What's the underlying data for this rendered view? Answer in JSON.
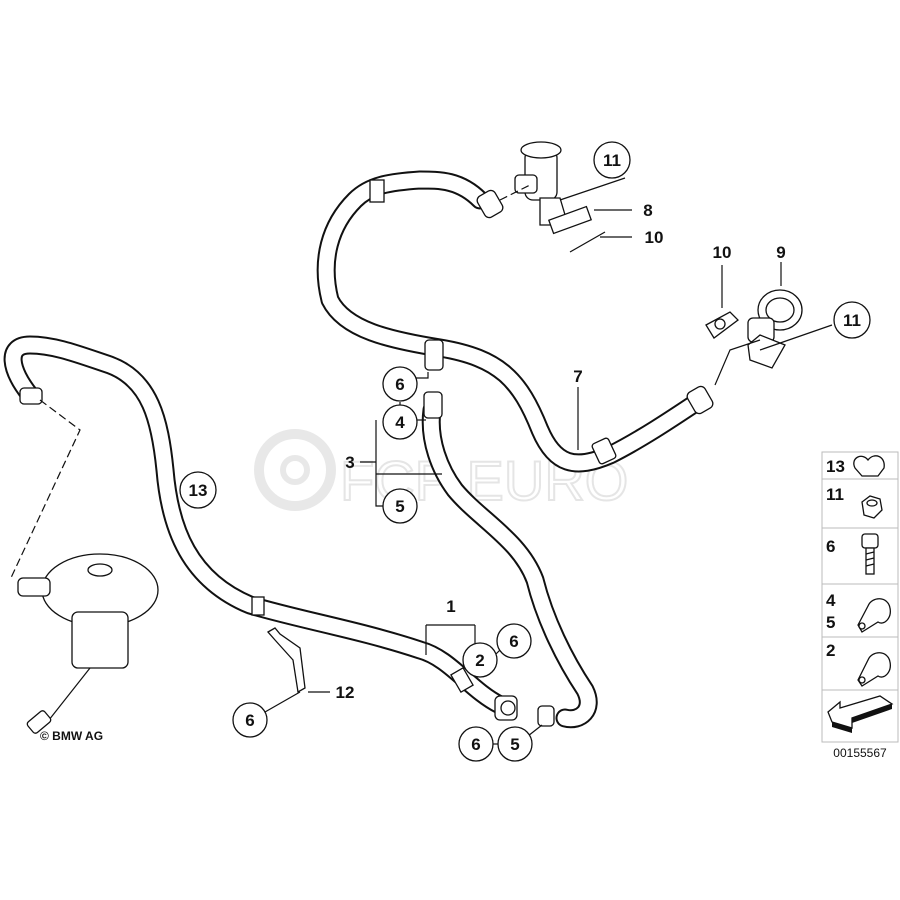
{
  "diagram": {
    "title": "Secondary air pump hoses",
    "callouts": [
      {
        "id": "c11a",
        "label": "11"
      },
      {
        "id": "c8",
        "label": "8"
      },
      {
        "id": "c10a",
        "label": "10"
      },
      {
        "id": "c10b",
        "label": "10"
      },
      {
        "id": "c9",
        "label": "9"
      },
      {
        "id": "c11b",
        "label": "11"
      },
      {
        "id": "c7",
        "label": "7"
      },
      {
        "id": "c6a",
        "label": "6"
      },
      {
        "id": "c4",
        "label": "4"
      },
      {
        "id": "c3",
        "label": "3"
      },
      {
        "id": "c5a",
        "label": "5"
      },
      {
        "id": "c13",
        "label": "13"
      },
      {
        "id": "c1",
        "label": "1"
      },
      {
        "id": "c2",
        "label": "2"
      },
      {
        "id": "c6b",
        "label": "6"
      },
      {
        "id": "c12",
        "label": "12"
      },
      {
        "id": "c6c",
        "label": "6"
      },
      {
        "id": "c6d",
        "label": "6"
      },
      {
        "id": "c5b",
        "label": "5"
      }
    ],
    "legend": [
      {
        "labels": [
          "13"
        ],
        "icon": "hose-clip-icon"
      },
      {
        "labels": [
          "11"
        ],
        "icon": "hex-nut-icon"
      },
      {
        "labels": [
          "6"
        ],
        "icon": "bolt-icon"
      },
      {
        "labels": [
          "4",
          "5"
        ],
        "icon": "pipe-clamp-icon"
      },
      {
        "labels": [
          "2"
        ],
        "icon": "pipe-clamp-icon"
      },
      {
        "labels": [],
        "icon": "arrow-icon"
      }
    ],
    "diagram_number": "00155567",
    "copyright": "© BMW AG",
    "watermark": "FCP EURO"
  }
}
